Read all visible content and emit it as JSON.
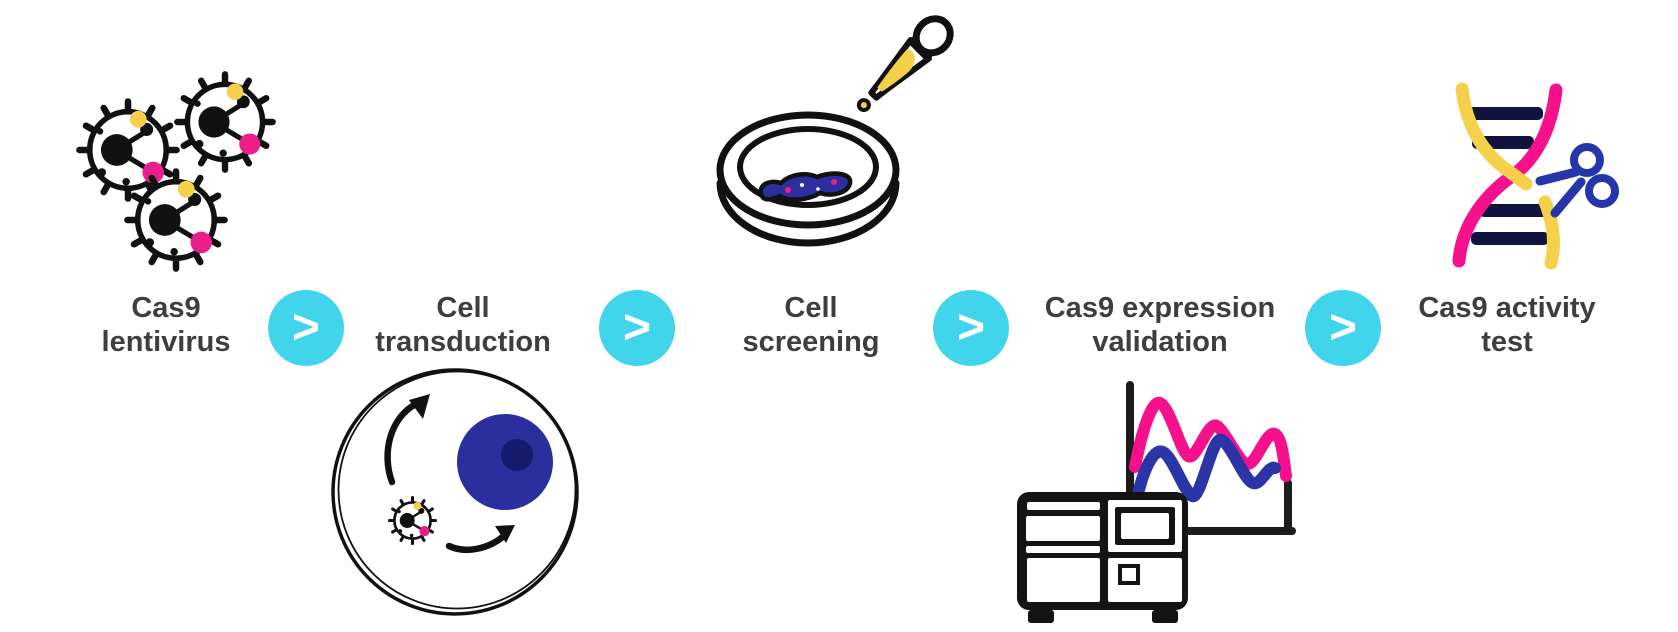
{
  "diagram": {
    "kind": "workflow",
    "description": "Five-step Cas9 stable cell line generation workflow diagram"
  },
  "colors": {
    "ink": "#111111",
    "label_gray": "#3E3E3E",
    "accent_cyan": "#41D5EC",
    "magenta": "#EB1E8C",
    "pink": "#F5108C",
    "yellow": "#F5D14B",
    "royal_blue": "#2B2F9E",
    "navy": "#141B6B",
    "wave_blue": "#2B35A8",
    "scissors_blue": "#2635A8",
    "blob_blue": "#2B2FA0",
    "rung_navy": "#12123E"
  },
  "steps": [
    {
      "line1": "Cas9",
      "line2": "lentivirus",
      "icon": "cas9-lentivirus-icon"
    },
    {
      "line1": "Cell",
      "line2": "transduction",
      "icon": "cell-transduction-icon"
    },
    {
      "line1": "Cell",
      "line2": "screening",
      "icon": "petri-dish-dropper-icon"
    },
    {
      "line1": "Cas9 expression",
      "line2": "validation",
      "icon": "expression-chart-machine-icon"
    },
    {
      "line1": "Cas9 activity",
      "line2": "test",
      "icon": "dna-scissors-icon"
    }
  ],
  "arrow": {
    "glyph": ">"
  }
}
